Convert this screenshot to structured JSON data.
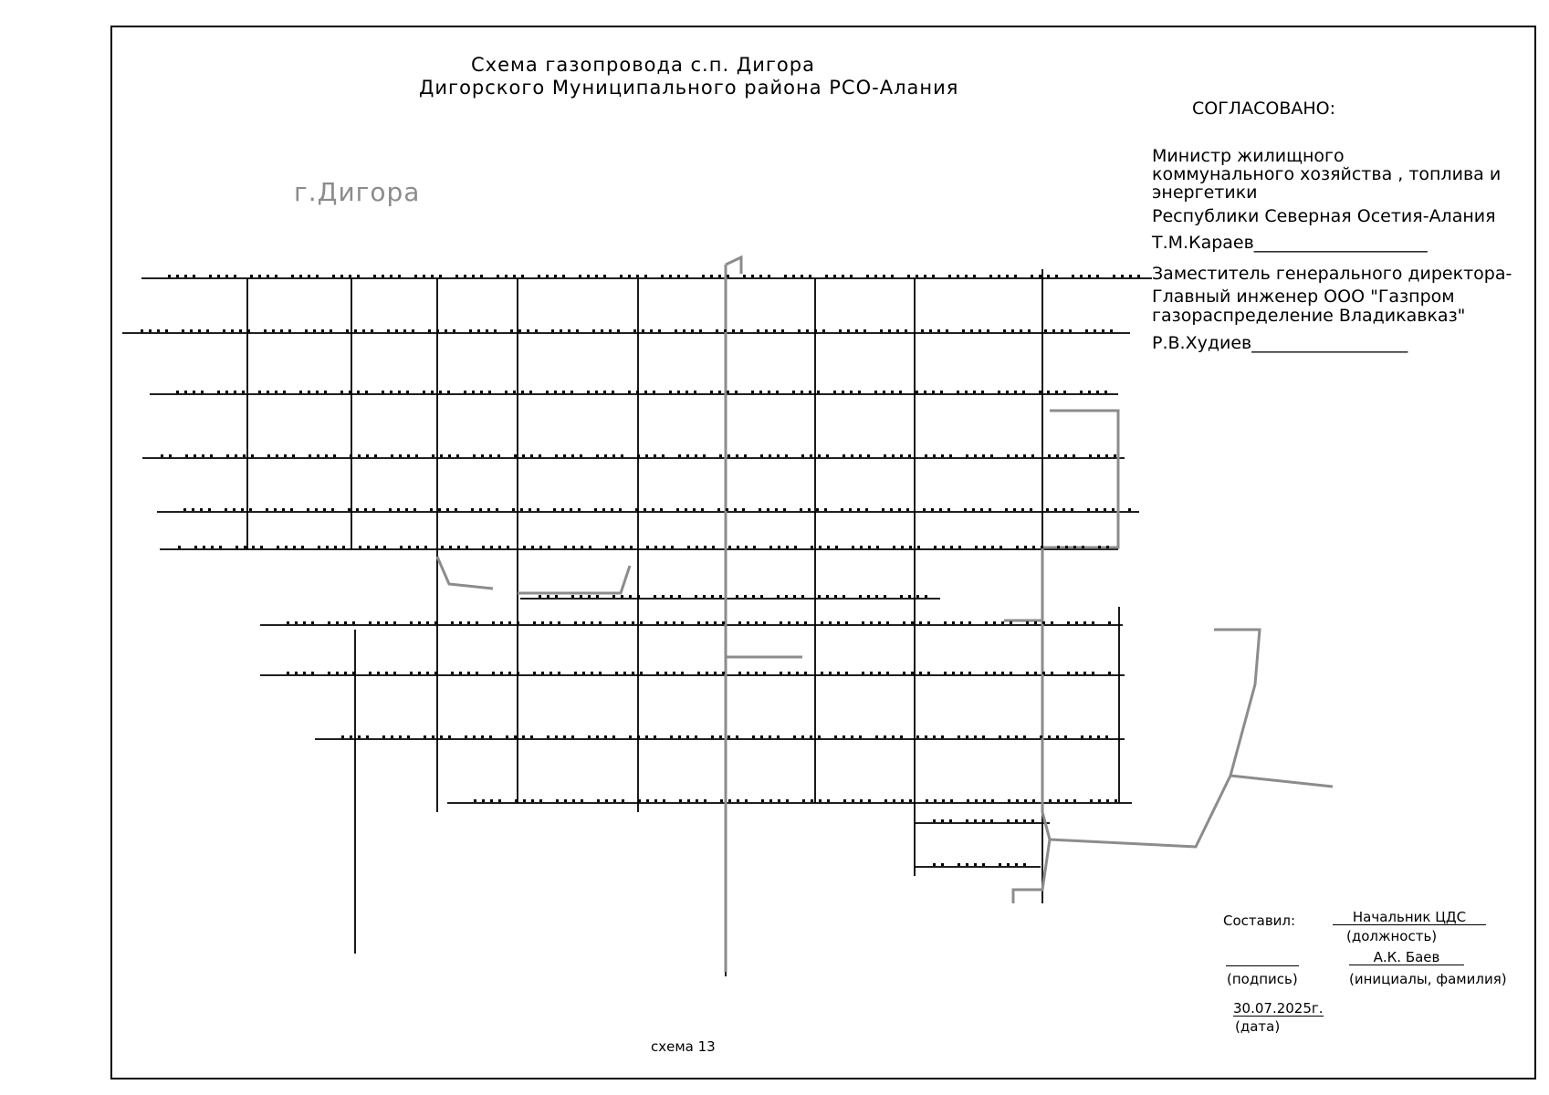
{
  "header": {
    "title_line1": "Схема газопровода с.п. Дигора",
    "title_line2": "Дигорского Муниципального района РСО-Алания",
    "city_label": "г.Дигора"
  },
  "approval": {
    "heading": "СОГЛАСОВАНО:",
    "minister_line1": "Министр жилищного",
    "minister_line2": "коммунального хозяйства , топлива и",
    "minister_line3": "энергетики",
    "minister_line4": "Республики Северная Осетия-Алания",
    "minister_sign": "Т.М.Караев____________________",
    "deputy_line1": "Заместитель генерального директора-",
    "deputy_line2": "Главный инженер  ООО \"Газпром",
    "deputy_line3": "газораспределение Владикавказ\"",
    "deputy_sign": "Р.В.Худиев__________________"
  },
  "signoff": {
    "compiled_label": "Составил:",
    "position": "Начальник ЦДС",
    "position_caption": "(должность)",
    "name": "А.К. Баев",
    "signature_caption": "(подпись)",
    "name_caption": "(инициалы, фамилия)",
    "date": "30.07.2025г.",
    "date_caption": "(дата)"
  },
  "footer": {
    "scheme_number": "схема 13"
  },
  "colors": {
    "main_line": "#000000",
    "gas_pipe": "#8c8c8c",
    "city_label": "#8c8c8c"
  }
}
